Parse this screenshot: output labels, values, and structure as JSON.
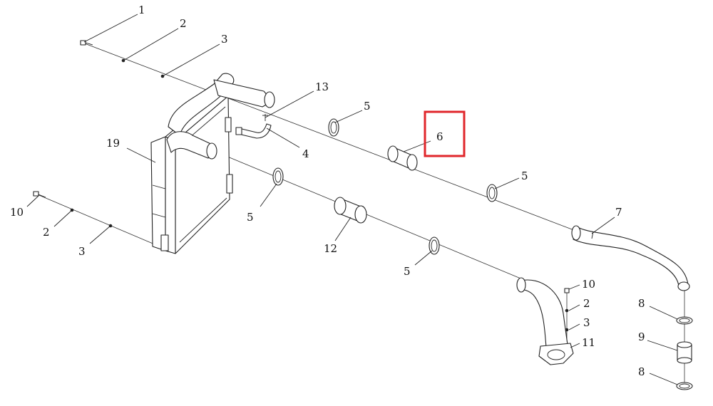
{
  "diagram": {
    "highlight_color": "#e0262b",
    "callouts": [
      {
        "id": "c1",
        "label": "1"
      },
      {
        "id": "c2a",
        "label": "2"
      },
      {
        "id": "c3a",
        "label": "3"
      },
      {
        "id": "c13",
        "label": "13"
      },
      {
        "id": "c5a",
        "label": "5"
      },
      {
        "id": "c6",
        "label": "6"
      },
      {
        "id": "c19",
        "label": "19"
      },
      {
        "id": "c4",
        "label": "4"
      },
      {
        "id": "c5b",
        "label": "5"
      },
      {
        "id": "c10a",
        "label": "10"
      },
      {
        "id": "c2b",
        "label": "2"
      },
      {
        "id": "c3b",
        "label": "3"
      },
      {
        "id": "c5c",
        "label": "5"
      },
      {
        "id": "c12",
        "label": "12"
      },
      {
        "id": "c7",
        "label": "7"
      },
      {
        "id": "c5d",
        "label": "5"
      },
      {
        "id": "c10b",
        "label": "10"
      },
      {
        "id": "c2c",
        "label": "2"
      },
      {
        "id": "c3c",
        "label": "3"
      },
      {
        "id": "c11",
        "label": "11"
      },
      {
        "id": "c8a",
        "label": "8"
      },
      {
        "id": "c9",
        "label": "9"
      },
      {
        "id": "c8b",
        "label": "8"
      }
    ]
  }
}
